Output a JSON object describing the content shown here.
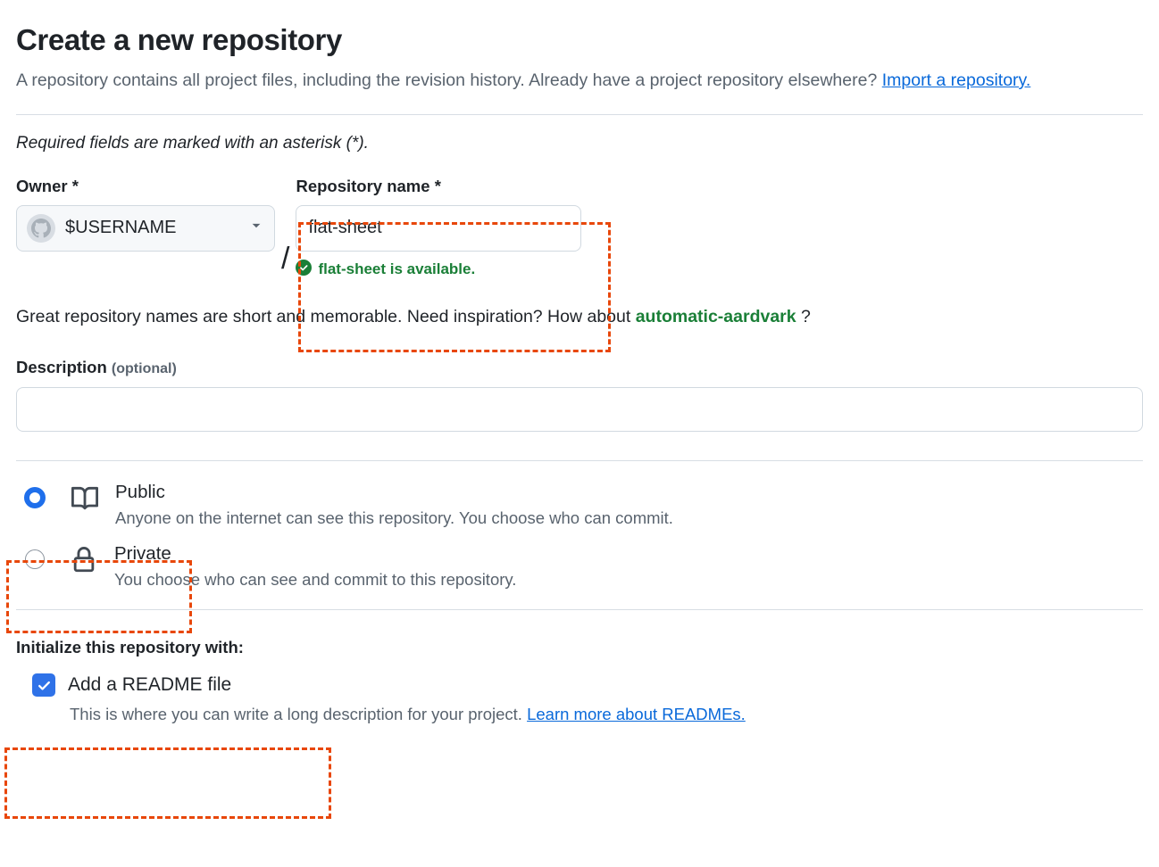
{
  "header": {
    "title": "Create a new repository",
    "description_prefix": "A repository contains all project files, including the revision history. Already have a project repository elsewhere?",
    "import_link": "Import a repository."
  },
  "required_note": "Required fields are marked with an asterisk (*).",
  "owner": {
    "label": "Owner *",
    "value": "$USERNAME",
    "avatar_icon": "github-octocat-avatar",
    "chevron_icon": "chevron-down-icon",
    "separator": "/"
  },
  "repository_name": {
    "label": "Repository name *",
    "value": "flat-sheet",
    "availability_icon": "check-circle-icon",
    "availability_text": "flat-sheet is available."
  },
  "suggestion": {
    "text_before": "Great repository names are short and memorable. Need inspiration? How about",
    "name": "automatic-aardvark",
    "text_after": "?"
  },
  "description": {
    "label": "Description",
    "optional": "(optional)",
    "value": "",
    "placeholder": ""
  },
  "visibility": {
    "options": [
      {
        "id": "public",
        "title": "Public",
        "description": "Anyone on the internet can see this repository. You choose who can commit.",
        "icon": "book-repo-icon",
        "selected": true
      },
      {
        "id": "private",
        "title": "Private",
        "description": "You choose who can see and commit to this repository.",
        "icon": "lock-icon",
        "selected": false
      }
    ]
  },
  "initialize": {
    "title": "Initialize this repository with:",
    "readme_label": "Add a README file",
    "readme_checked": true,
    "readme_description": "This is where you can write a long description for your project.",
    "readme_link": "Learn more about READMEs."
  },
  "annotations": {
    "color": "#e8470a",
    "boxes": [
      "repository-name-field",
      "public-visibility-option",
      "initialize-readme-section"
    ]
  },
  "colors": {
    "accent_blue": "#0969da",
    "radio_blue": "#1f6feb",
    "checkbox_blue": "#2f72e8",
    "success_green": "#1a7f37",
    "muted_text": "#59636e",
    "text": "#1f2328",
    "border": "#d1d9e0",
    "divider": "#d8dee4",
    "field_bg": "#f6f8fa"
  }
}
